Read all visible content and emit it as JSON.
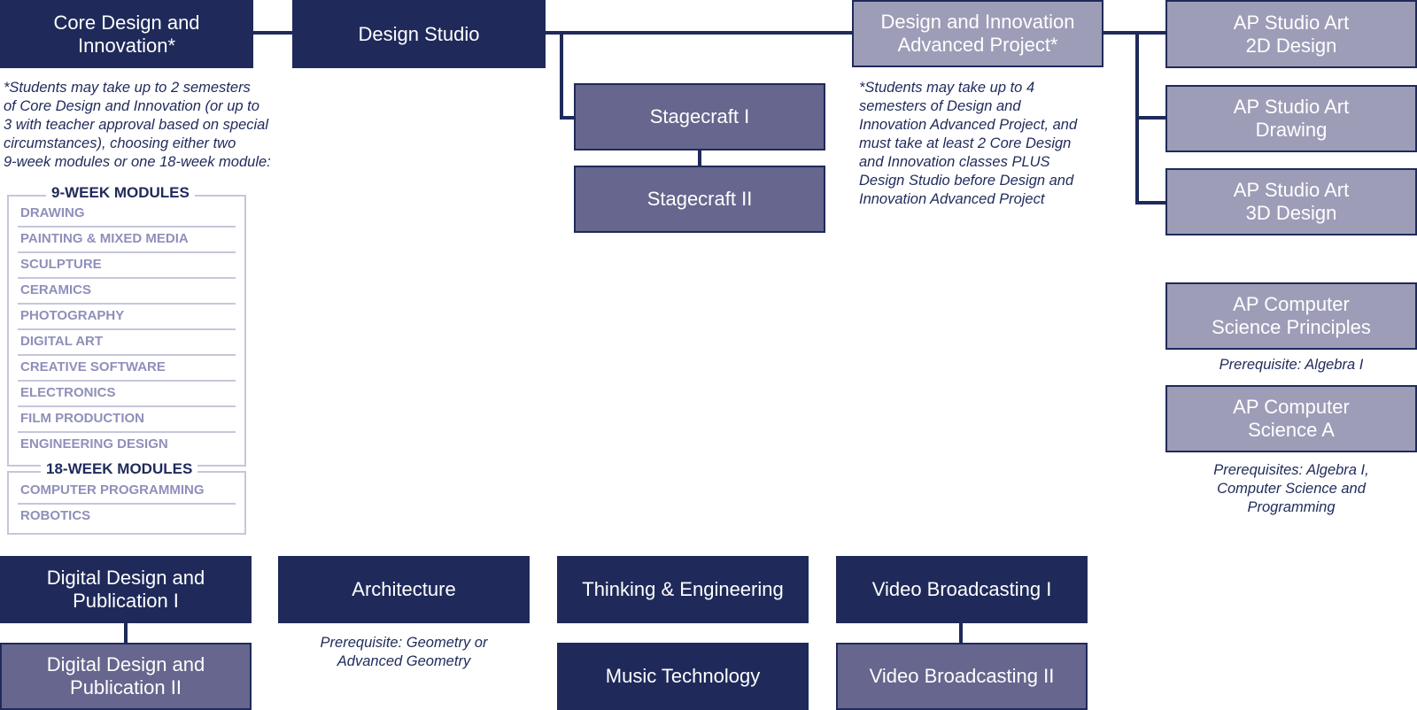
{
  "courses": {
    "core_design": [
      "Core Design and",
      "Innovation*"
    ],
    "design_studio": [
      "Design Studio"
    ],
    "stagecraft_1": [
      "Stagecraft I"
    ],
    "stagecraft_2": [
      "Stagecraft II"
    ],
    "dia_project": [
      "Design and Innovation",
      "Advanced Project*"
    ],
    "ap_2d": [
      "AP Studio Art",
      "2D Design"
    ],
    "ap_drawing": [
      "AP Studio Art",
      "Drawing"
    ],
    "ap_3d": [
      "AP Studio Art",
      "3D Design"
    ],
    "ap_csp": [
      "AP Computer",
      "Science Principles"
    ],
    "ap_csa": [
      "AP Computer",
      "Science A"
    ],
    "ddp_1": [
      "Digital Design and",
      "Publication I"
    ],
    "ddp_2": [
      "Digital Design and",
      "Publication II"
    ],
    "architecture": [
      "Architecture"
    ],
    "thinking_eng": [
      "Thinking & Engineering"
    ],
    "music_tech": [
      "Music Technology"
    ],
    "video_1": [
      "Video Broadcasting I"
    ],
    "video_2": [
      "Video Broadcasting II"
    ]
  },
  "notes": {
    "core_note": [
      "*Students may take up to 2 semesters",
      "of Core Design and Innovation (or up to",
      "3 with teacher approval based on special",
      "circumstances), choosing either two",
      "9-week modules or one 18-week module:"
    ],
    "dia_note": [
      "*Students may take up to 4",
      "semesters of Design and",
      "Innovation Advanced Project, and",
      "must take at least 2 Core Design",
      "and Innovation classes PLUS",
      "Design Studio before Design and",
      "Innovation Advanced Project"
    ],
    "csp_prereq": [
      "Prerequisite: Algebra I"
    ],
    "csa_prereq": [
      "Prerequisites: Algebra I,",
      "Computer Science and",
      "Programming"
    ],
    "arch_prereq": [
      "Prerequisite: Geometry or",
      "Advanced Geometry"
    ]
  },
  "modules": {
    "nine_week_title": "9-WEEK MODULES",
    "nine_week": [
      "DRAWING",
      "PAINTING & MIXED MEDIA",
      "SCULPTURE",
      "CERAMICS",
      "PHOTOGRAPHY",
      "DIGITAL ART",
      "CREATIVE SOFTWARE",
      "ELECTRONICS",
      "FILM PRODUCTION",
      "ENGINEERING DESIGN"
    ],
    "eighteen_week_title": "18-WEEK MODULES",
    "eighteen_week": [
      "COMPUTER PROGRAMMING",
      "ROBOTICS"
    ]
  },
  "colors": {
    "dark_navy": "#1f2a5a",
    "slate_purple": "#66668e",
    "lavender": "#9d9db8",
    "module_text": "#8f8fbb",
    "module_border": "#c6c6dc"
  }
}
